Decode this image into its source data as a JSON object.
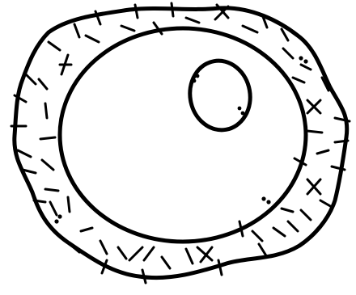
{
  "image": {
    "background": "#ffffff",
    "ink": "#000000",
    "parts": [
      "outer-membrane-outline",
      "cytoplasm-texture-marks",
      "nucleus-outline",
      "nucleolus-outline",
      "dot-clusters"
    ]
  }
}
